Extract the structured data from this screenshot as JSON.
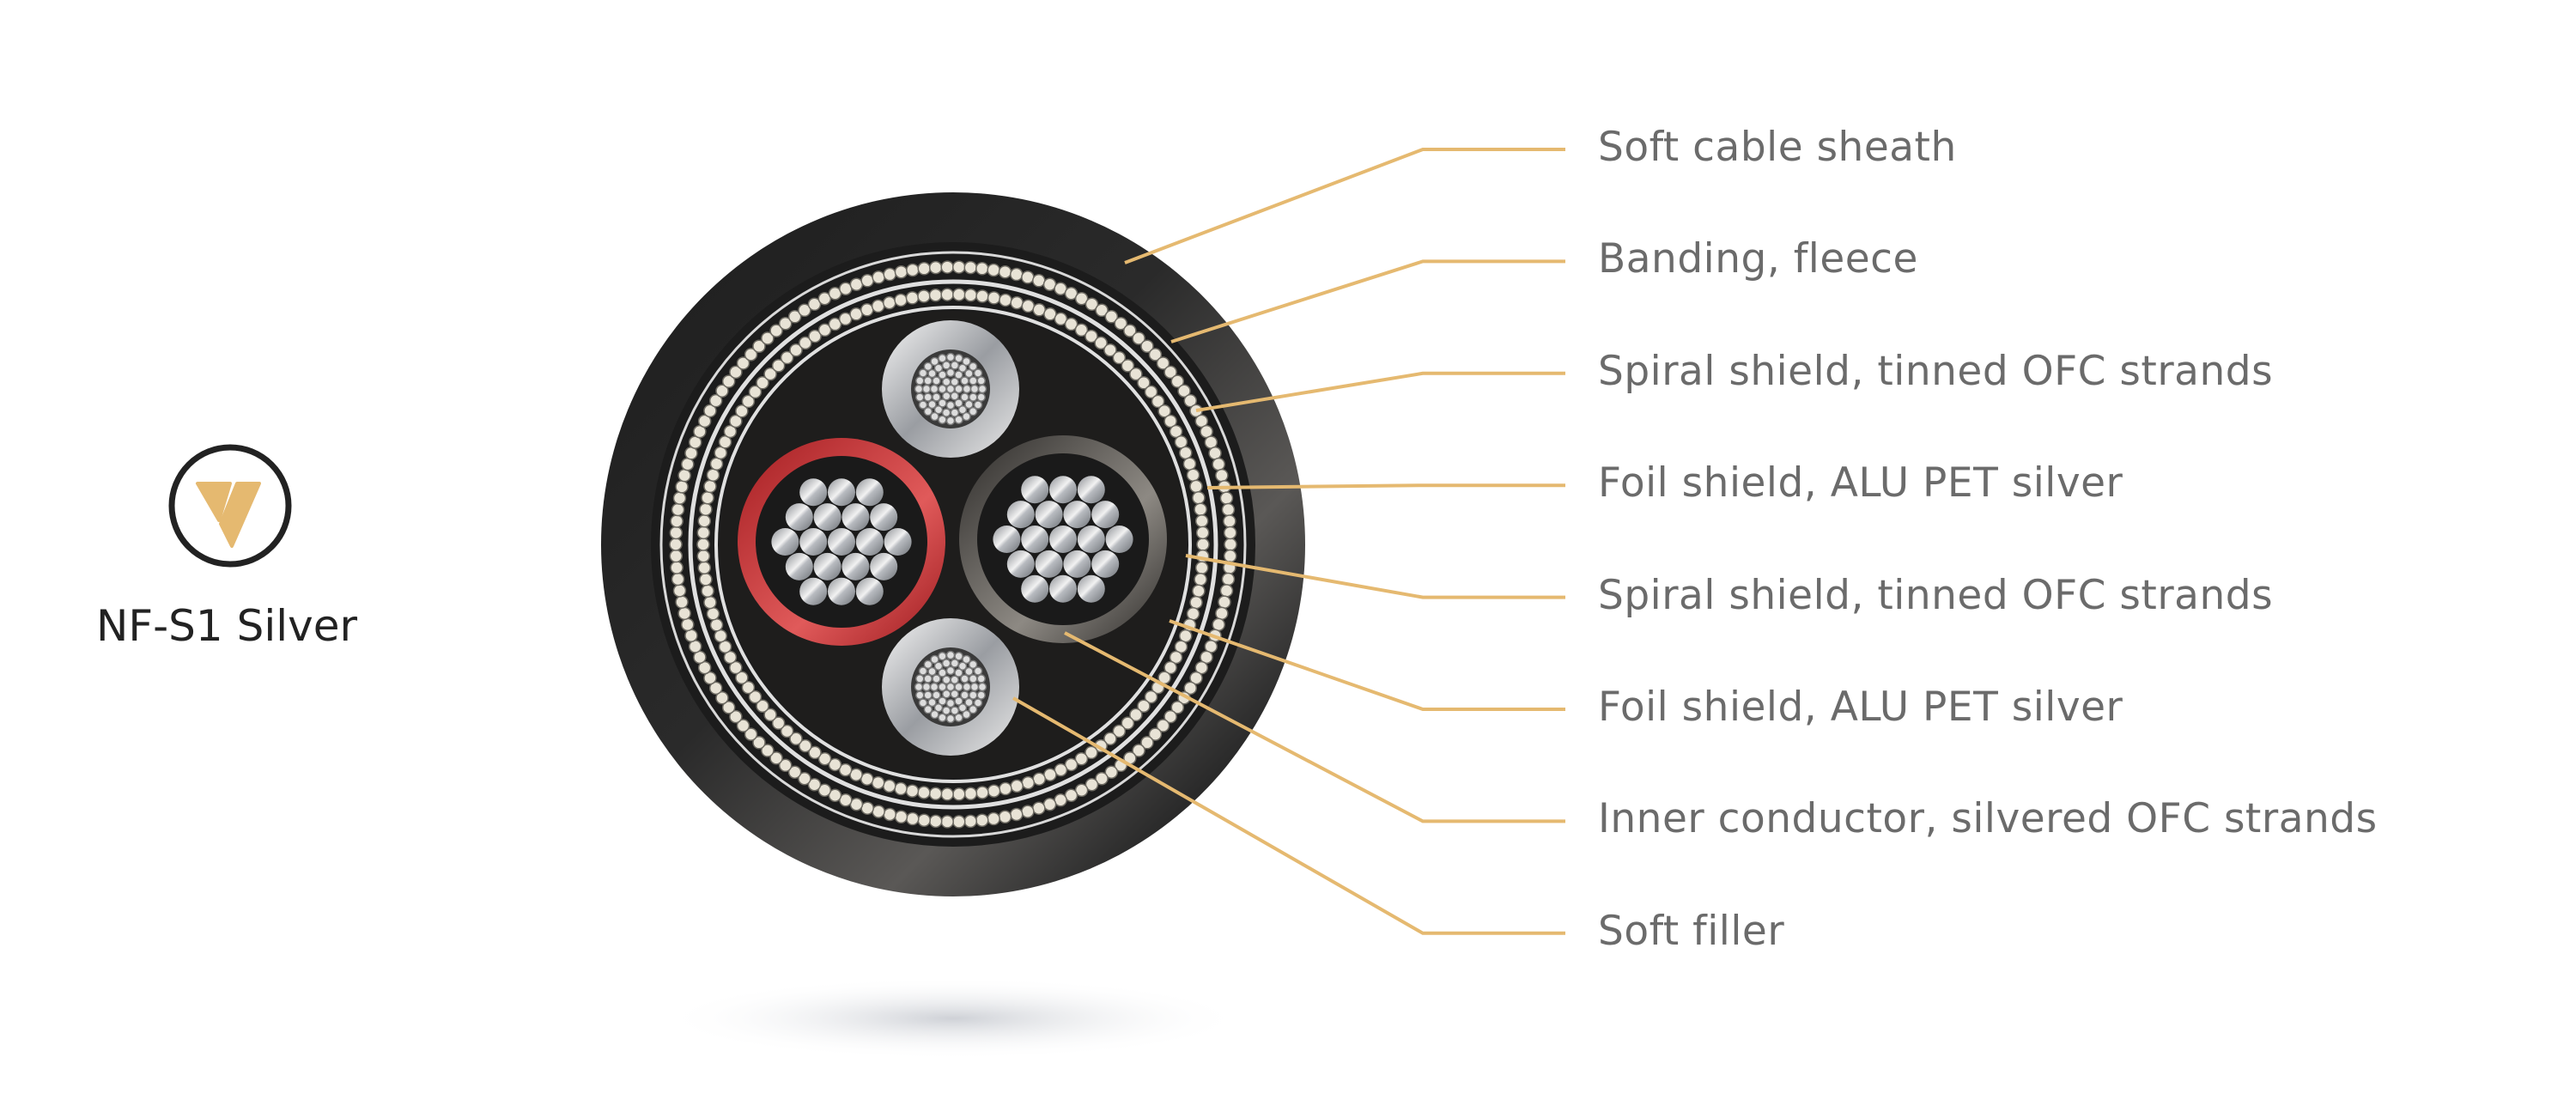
{
  "product": {
    "name": "NF-S1 Silver",
    "logo_icon": "v-logo-icon"
  },
  "labels": [
    "Soft cable sheath",
    "Banding, fleece",
    "Spiral shield, tinned OFC strands",
    "Foil shield, ALU PET silver",
    "Spiral shield, tinned OFC strands",
    "Foil shield, ALU PET silver",
    "Inner conductor, silvered OFC strands",
    "Soft filler"
  ],
  "colors": {
    "accent": "#e5b970",
    "text": "#6b6b6b",
    "title": "#222222",
    "sheath": "#2b2b2b",
    "red_insulation": "#c0282c",
    "gray_insulation": "#3a3835"
  }
}
